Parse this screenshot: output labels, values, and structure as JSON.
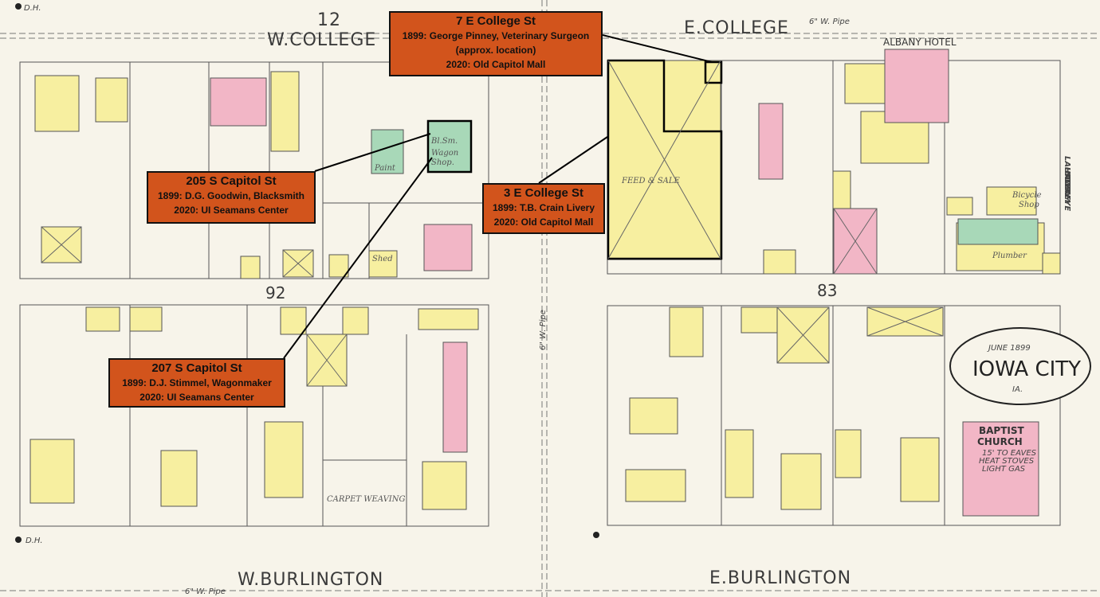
{
  "map": {
    "streets": {
      "w_college": "W.COLLEGE",
      "e_college": "E.COLLEGE",
      "w_burlington": "W.BURLINGTON",
      "e_burlington": "E.BURLINGTON"
    },
    "pipes": {
      "top": "6\" W. Pipe",
      "bottom": "6\" W. Pipe",
      "middle": "6\" W. Pipe"
    },
    "sheet_number": "12",
    "block_numbers": [
      "92",
      "83"
    ],
    "albany_hotel": "ALBANY HOTEL",
    "feed_sale": "FEED & SALE",
    "cartouche": {
      "date": "JUNE 1899",
      "city": "IOWA CITY",
      "state": "IA."
    },
    "baptist": {
      "name1": "BAPTIST",
      "name2": "CHURCH",
      "note1": "15' TO EAVES",
      "note2": "HEAT STOVES",
      "note3": "LIGHT GAS"
    },
    "labels": {
      "bl_sm": "Bl.Sm.",
      "wagon": "Wagon",
      "shop": "Shop.",
      "paint": "Paint",
      "shed": "Shed",
      "bicycle": "Bicycle",
      "bicycle_shop": "Shop",
      "plumber": "Plumber",
      "laundry1": "HAWKEYE",
      "laundry2": "STEAM",
      "laundry3": "LAUNDRY",
      "carpet": "CARPET WEAVING",
      "dh": "D.H."
    },
    "colors": {
      "yellow": "#f7efa0",
      "pink": "#f2b6c6",
      "green": "#a8d8b8",
      "callout": "#d2541c",
      "paper": "#f7f4ea"
    }
  },
  "callouts": [
    {
      "title": "7 E College St",
      "lines": [
        "1899: George Pinney, Veterinary Surgeon",
        "(approx. location)",
        "2020: Old Capitol Mall"
      ]
    },
    {
      "title": "205 S Capitol St",
      "lines": [
        "1899: D.G. Goodwin, Blacksmith",
        "2020: UI Seamans Center"
      ]
    },
    {
      "title": "3 E College St",
      "lines": [
        "1899: T.B. Crain Livery",
        "2020: Old Capitol Mall"
      ]
    },
    {
      "title": "207 S Capitol St",
      "lines": [
        "1899: D.J. Stimmel, Wagonmaker",
        "2020: UI Seamans Center"
      ]
    }
  ]
}
